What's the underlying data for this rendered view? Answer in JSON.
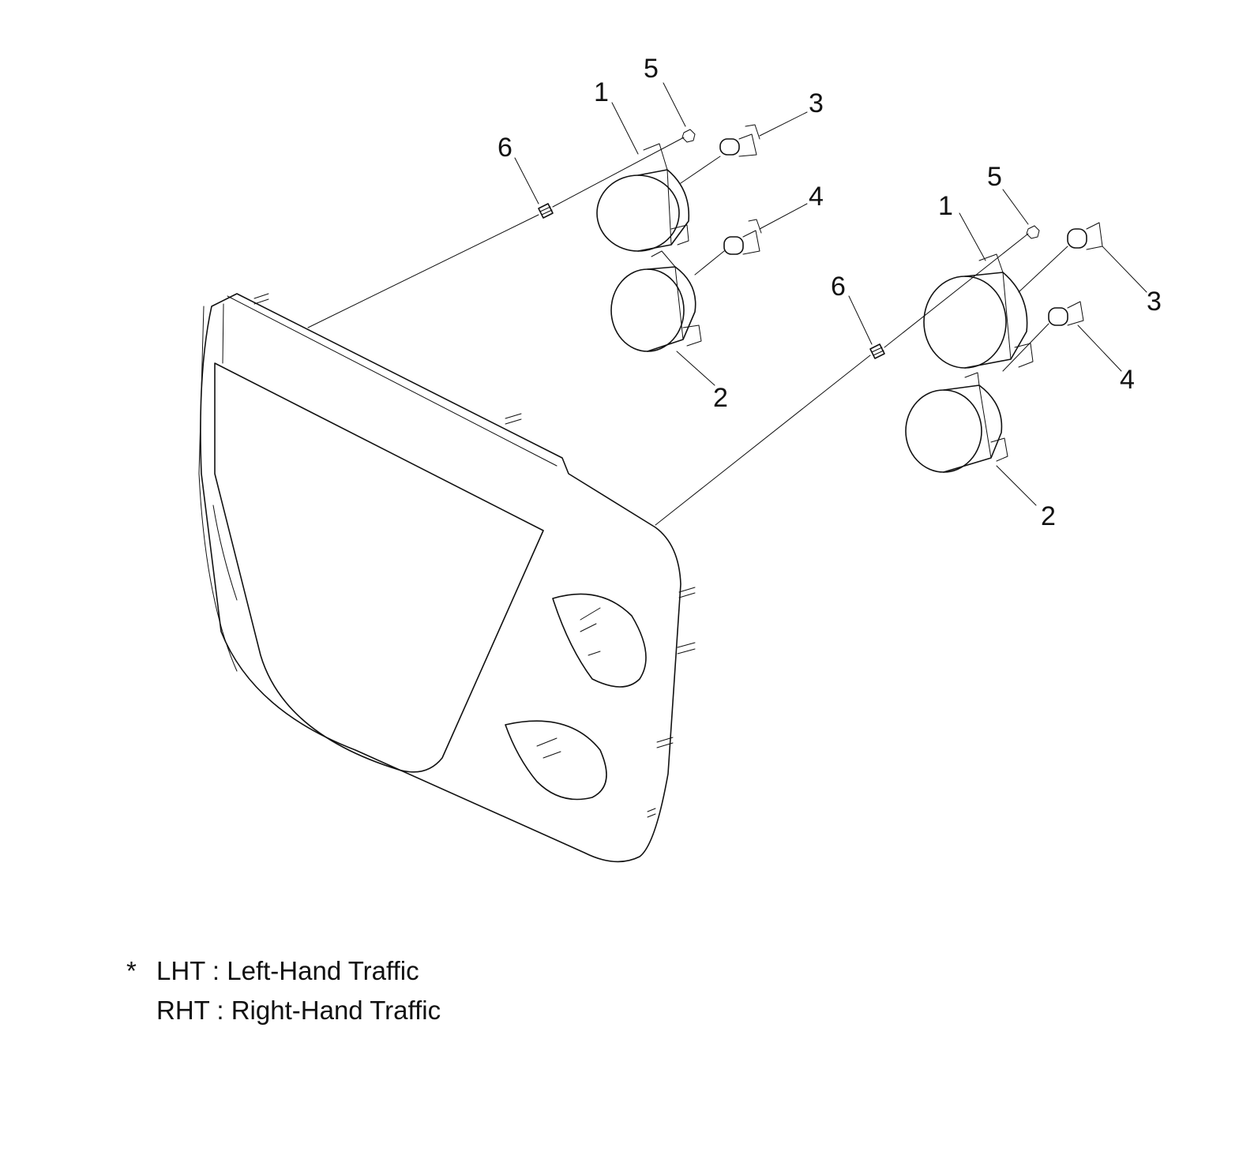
{
  "callouts": {
    "left": {
      "c1": "1",
      "c2": "2",
      "c3": "3",
      "c4": "4",
      "c5": "5",
      "c6": "6"
    },
    "right": {
      "c1": "1",
      "c2": "2",
      "c3": "3",
      "c4": "4",
      "c5": "5",
      "c6": "6"
    }
  },
  "legend": {
    "marker": "*",
    "lht": "LHT : Left-Hand Traffic",
    "rht": "RHT : Right-Hand Traffic"
  },
  "colors": {
    "line": "#111111",
    "background": "#ffffff"
  }
}
